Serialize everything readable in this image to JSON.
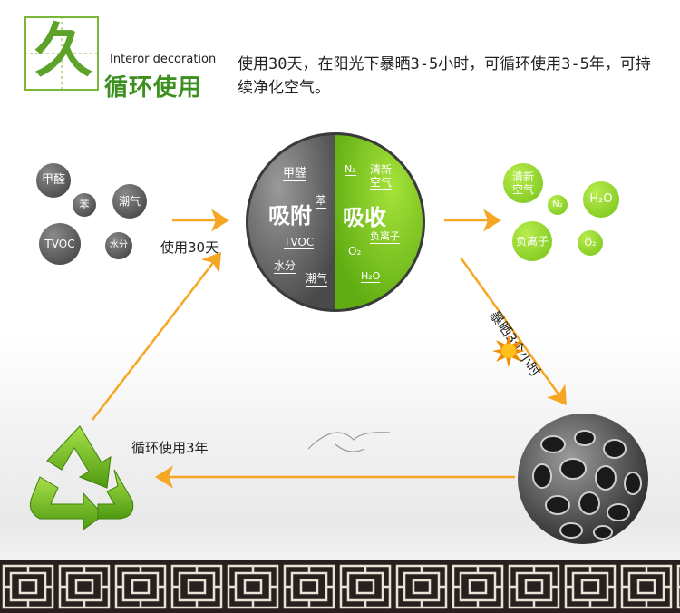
{
  "header": {
    "logo_char": "久",
    "logo_subtitle": "Interor decoration",
    "logo_title": "循环使用",
    "description": "使用30天，在阳光下暴晒3-5小时，可循环使用3-5年，可持续净化空气。"
  },
  "pollutants": [
    "甲醛",
    "苯",
    "潮气",
    "TVOC",
    "水分"
  ],
  "center": {
    "left_title": "吸附",
    "right_title": "吸收",
    "left_items": [
      "甲醛",
      "苯",
      "TVOC",
      "水分",
      "潮气"
    ],
    "right_items": [
      "N₂",
      "清新",
      "空气",
      "O₂",
      "负离子",
      "H₂O"
    ]
  },
  "outputs": [
    "清新",
    "空气",
    "N₂",
    "H₂O",
    "负离子",
    "O₂"
  ],
  "arrows": {
    "use_30_days": "使用30天",
    "sun_3_hours": "暴晒3个小时",
    "recycle_3_years": "循环使用3年"
  },
  "colors": {
    "green": "#6fba1f",
    "orange": "#f5a623",
    "gray": "#555555"
  }
}
